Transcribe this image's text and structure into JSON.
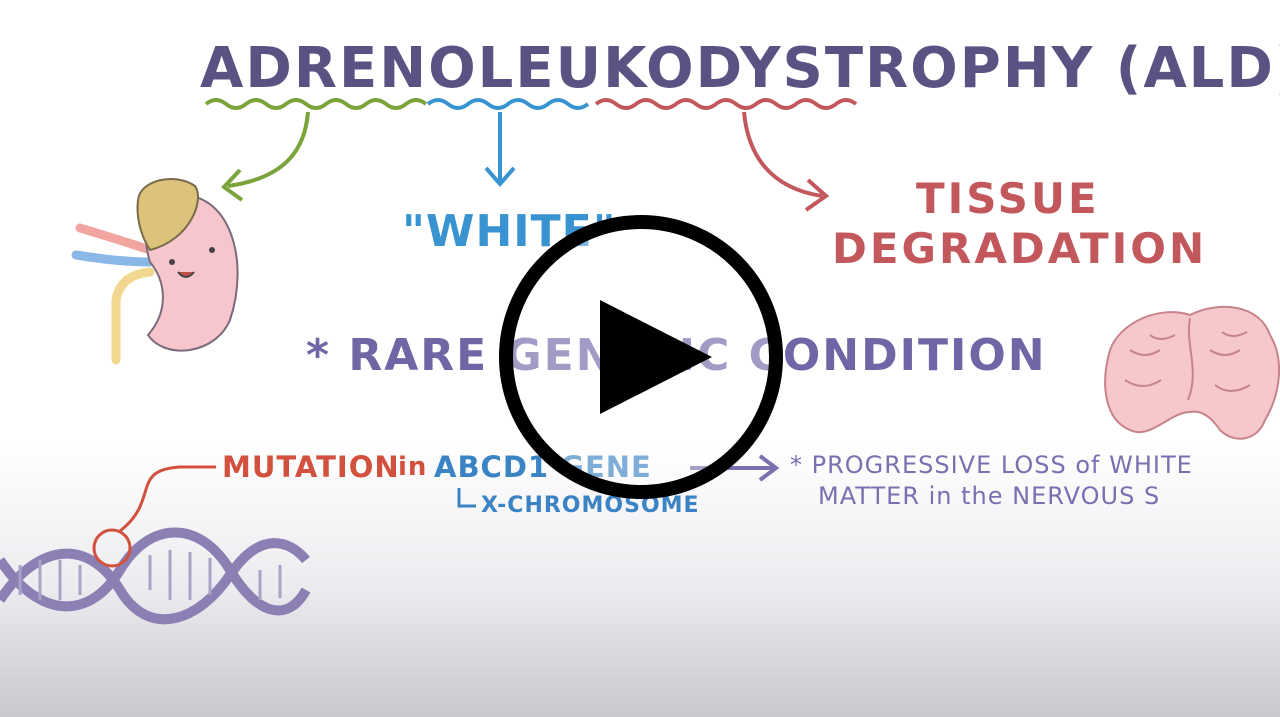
{
  "video": {
    "title": "ADRENOLEUKODYSTROPHY (ALD)",
    "white_label": "\"WHITE\"",
    "tissue_line1": "TISSUE",
    "tissue_line2": "DEGRADATION",
    "rare_line": "* RARE GENETIC CONDITION",
    "mutation_label": "MUTATION",
    "in_label": "in",
    "gene_label": "ABCD1 GENE",
    "chromosome_label": "X-CHROMOSOME",
    "progress_line1": "* PROGRESSIVE LOSS of WHITE",
    "progress_line2": "MATTER in the NERVOUS S"
  },
  "colors": {
    "title": "#5a5283",
    "green": "#7aa33a",
    "blue": "#3a93d1",
    "red": "#c2585c",
    "purple": "#6f66a6",
    "play": "#000000"
  },
  "icons": {
    "play": "play-icon",
    "kidney": "kidney-illustration",
    "brain": "brain-illustration",
    "dna": "dna-illustration"
  }
}
